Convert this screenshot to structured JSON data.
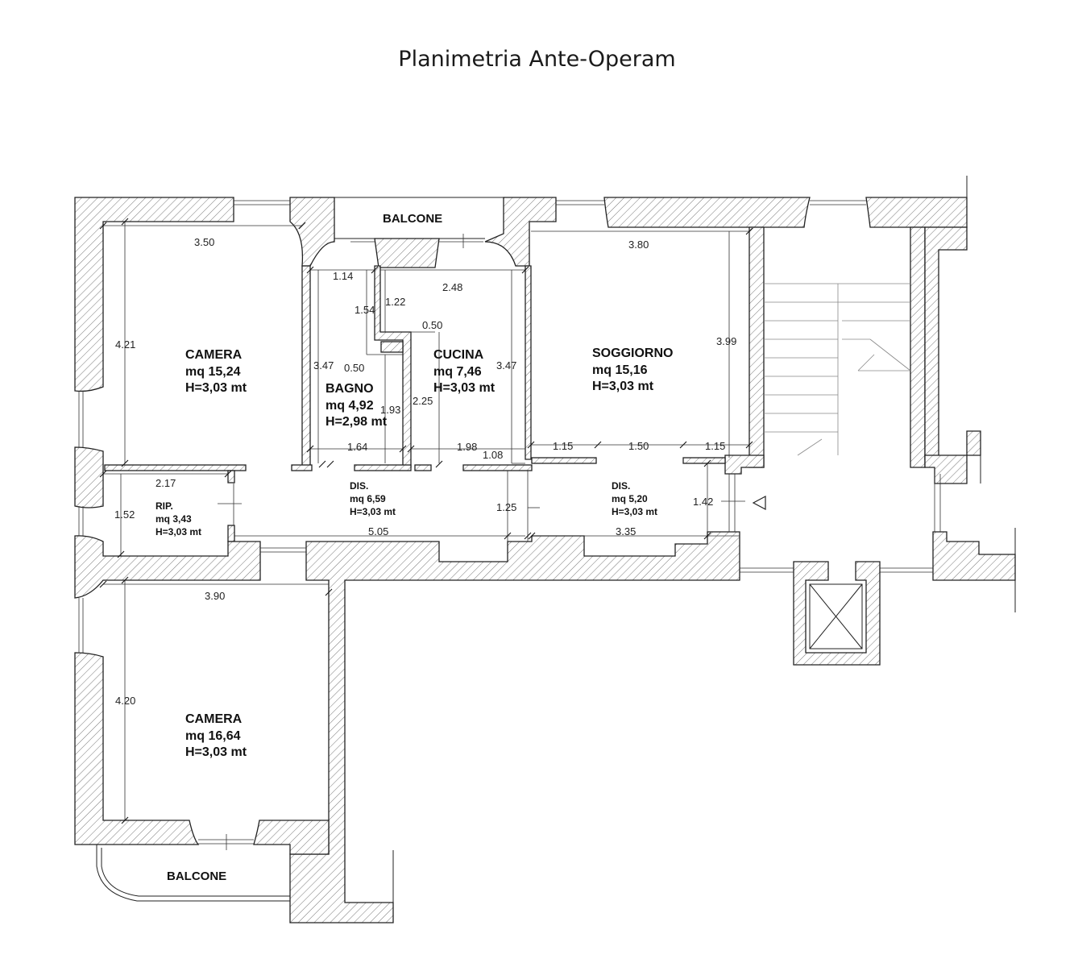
{
  "title": "Planimetria Ante-Operam",
  "rooms": {
    "camera_top": {
      "name": "CAMERA",
      "area": "mq 15,24",
      "height": "H=3,03 mt"
    },
    "bagno": {
      "name": "BAGNO",
      "area": "mq 4,92",
      "height": "H=2,98 mt"
    },
    "cucina": {
      "name": "CUCINA",
      "area": "mq 7,46",
      "height": "H=3,03 mt"
    },
    "soggiorno": {
      "name": "SOGGIORNO",
      "area": "mq 15,16",
      "height": "H=3,03 mt"
    },
    "rip": {
      "name": "RIP.",
      "area": "mq 3,43",
      "height": "H=3,03 mt"
    },
    "dis_left": {
      "name": "DIS.",
      "area": "mq 6,59",
      "height": "H=3,03 mt"
    },
    "dis_right": {
      "name": "DIS.",
      "area": "mq 5,20",
      "height": "H=3,03 mt"
    },
    "camera_bottom": {
      "name": "CAMERA",
      "area": "mq 16,64",
      "height": "H=3,03 mt"
    }
  },
  "balconies": {
    "top": "BALCONE",
    "bottom": "BALCONE"
  },
  "dimensions": {
    "camera_top_width": "3.50",
    "camera_top_depth": "4.21",
    "bagno_width_top": "1.14",
    "bagno_side": "1.54",
    "bagno_inner": "1.22",
    "bagno_niche": "0.50",
    "bagno_niche_2": "0.50",
    "bagno_height": "3.47",
    "bagno_inner_2": "1.93",
    "bagno_width_bottom": "1.64",
    "cucina_width_top": "2.48",
    "cucina_height": "3.47",
    "cucina_side": "2.25",
    "cucina_width_bottom": "1.98",
    "cucina_step": "1.08",
    "soggiorno_width": "3.80",
    "soggiorno_depth": "3.99",
    "soggiorno_bottom_left": "1.15",
    "soggiorno_bottom_mid": "1.50",
    "soggiorno_bottom_right": "1.15",
    "rip_width": "2.17",
    "rip_depth": "1.52",
    "dis_left_depth": "1.25",
    "dis_left_width": "5.05",
    "dis_right_width": "3.35",
    "dis_right_depth": "1.42",
    "camera_bottom_width": "3.90",
    "camera_bottom_depth": "4.20"
  }
}
